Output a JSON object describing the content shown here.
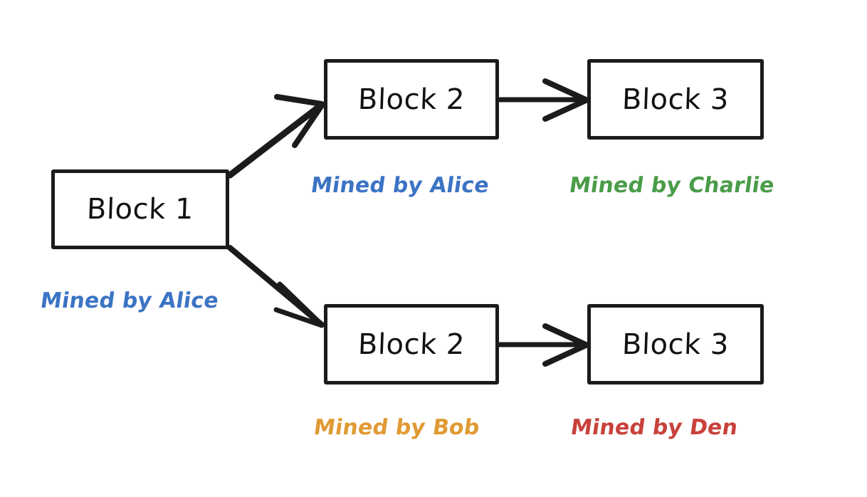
{
  "diagram": {
    "title": "Blockchain fork diagram",
    "background_color": "#ffffff",
    "stroke_color": "#1b1b1b"
  },
  "colors": {
    "alice": "#3C74C4",
    "charlie": "#4A9C49",
    "bob": "#E09A33",
    "den": "#C8413B",
    "ink": "#1b1b1b"
  },
  "blocks": {
    "block_1": {
      "label": "Block 1"
    },
    "block_2_top": {
      "label": "Block 2"
    },
    "block_3_top": {
      "label": "Block 3"
    },
    "block_2_bottom": {
      "label": "Block 2"
    },
    "block_3_bottom": {
      "label": "Block 3"
    }
  },
  "miner_labels": {
    "block_1": "Mined by Alice",
    "block_2_top": "Mined by Alice",
    "block_3_top": "Mined by Charlie",
    "block_2_bottom": "Mined by Bob",
    "block_3_bottom": "Mined by Den"
  },
  "arrows": [
    {
      "name": "block1-to-block2-top",
      "from": "Block 1",
      "to": "Block 2 (top branch)"
    },
    {
      "name": "block1-to-block2-bottom",
      "from": "Block 1",
      "to": "Block 2 (bottom branch)"
    },
    {
      "name": "block2-to-block3-top",
      "from": "Block 2 (top branch)",
      "to": "Block 3 (top branch)"
    },
    {
      "name": "block2-to-block3-bottom",
      "from": "Block 2 (bottom branch)",
      "to": "Block 3 (bottom branch)"
    }
  ]
}
